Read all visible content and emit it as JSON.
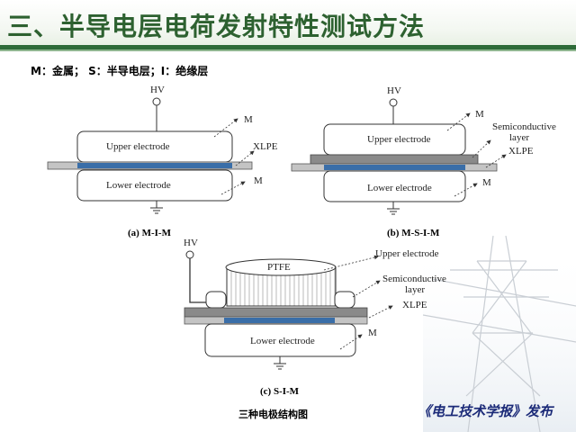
{
  "title": "三、半导电层电荷发射特性测试方法",
  "legend": "M：金属；  S：半导电层；I：绝缘层",
  "figure_caption": "三种电极结构图",
  "publisher": "《电工技术学报》发布",
  "labels": {
    "hv": "HV",
    "m": "M",
    "upper_electrode": "Upper electrode",
    "lower_electrode": "Lower electrode",
    "xlpe": "XLPE",
    "semiconductive_1": "Semiconductive",
    "semiconductive_2": "layer",
    "ptfe": "PTFE"
  },
  "captions": {
    "a": "(a) M-I-M",
    "b": "(b) M-S-I-M",
    "c": "(c) S-I-M"
  },
  "colors": {
    "title": "#2d6130",
    "header_bar": "#2e6b38",
    "xlpe_blue": "#3a6ea8",
    "semiconductive_gray": "#8a8a8a",
    "publisher": "#1b2a78"
  }
}
